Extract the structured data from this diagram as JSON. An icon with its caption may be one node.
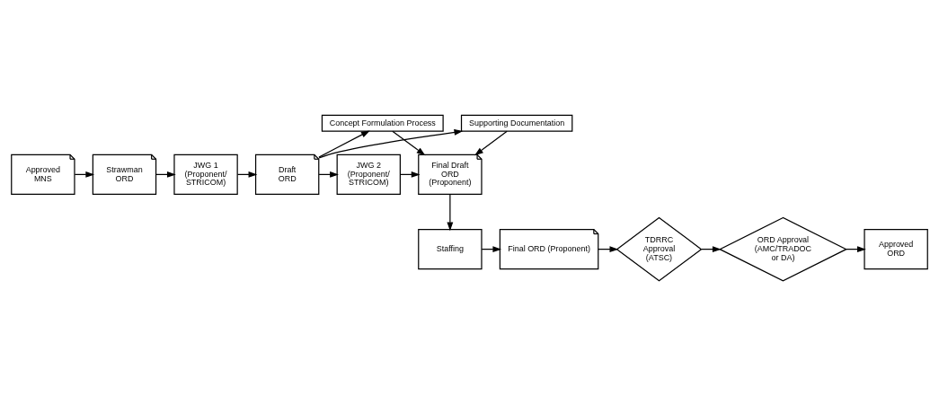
{
  "diagram": {
    "nodes": [
      {
        "text": [
          "Concept Formulation Process"
        ]
      },
      {
        "text": [
          "Supporting Documentation"
        ]
      },
      {
        "text": [
          "Approved MNS"
        ]
      },
      {
        "text": [
          "Strawman ORD"
        ]
      },
      {
        "text": [
          "JWG 1 (Proponent/ STRICOM)"
        ]
      },
      {
        "text": [
          "Draft ORD"
        ]
      },
      {
        "text": [
          "JWG 2 (Proponent/ STRICOM)"
        ]
      },
      {
        "text": [
          "Final Draft ORD (Proponent)"
        ]
      },
      {
        "text": [
          "Staffing"
        ]
      },
      {
        "text": [
          "Final ORD (Proponent)"
        ]
      },
      {
        "text": [
          "TDRRC Approval (ATSC)"
        ]
      },
      {
        "text": [
          "ORD Approval (AMC/TRADOC or DA)"
        ]
      },
      {
        "text": [
          "Approved ORD"
        ]
      }
    ],
    "edges": [
      {
        "from": 2,
        "to": 3,
        "arrow": "to"
      },
      {
        "from": 3,
        "to": 4,
        "arrow": "to"
      },
      {
        "from": 4,
        "to": 5,
        "arrow": "to"
      },
      {
        "from": 5,
        "to": 0,
        "arrow": "to"
      },
      {
        "from": 5,
        "to": 1,
        "arrow": "to"
      },
      {
        "from": 5,
        "to": 6,
        "arrow": "to"
      },
      {
        "from": 0,
        "to": 7,
        "arrow": "to"
      },
      {
        "from": 1,
        "to": 7,
        "arrow": "to"
      },
      {
        "from": 6,
        "to": 7,
        "arrow": "to"
      },
      {
        "from": 7,
        "to": 8,
        "arrow": "to"
      },
      {
        "from": 8,
        "to": 9,
        "arrow": "to"
      },
      {
        "from": 9,
        "to": 10,
        "arrow": "to"
      },
      {
        "from": 10,
        "to": 11,
        "arrow": "to"
      },
      {
        "from": 11,
        "to": 12,
        "arrow": "to"
      }
    ]
  }
}
